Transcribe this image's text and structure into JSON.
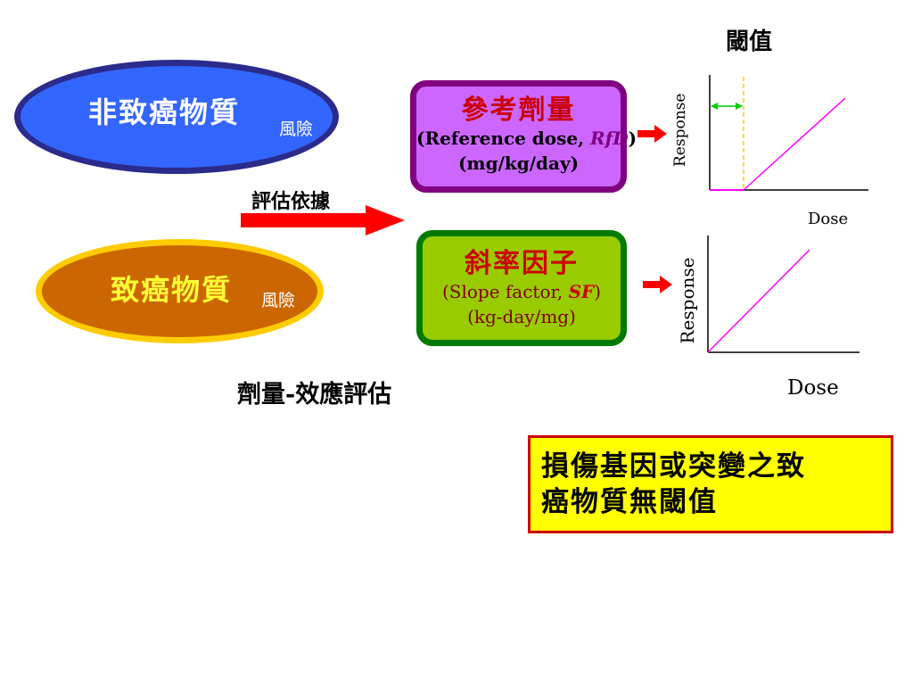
{
  "noncarcinogen": {
    "title": "非致癌物質",
    "risk": "風險"
  },
  "carcinogen": {
    "title": "致癌物質",
    "risk": "風險"
  },
  "basis_label": "評估依據",
  "reference_box": {
    "title": "參考劑量",
    "line1_prefix": "(Reference dose, ",
    "line1_symbol": "RfD",
    "line1_suffix": ")",
    "line2": "(mg/kg/day)"
  },
  "slope_box": {
    "title": "斜率因子",
    "line1_prefix": "(Slope factor, ",
    "line1_symbol": "SF",
    "line1_suffix": ")",
    "line2": "(kg-day/mg)"
  },
  "graph_top": {
    "title": "閾值",
    "ylabel": "Response",
    "xlabel": "Dose"
  },
  "graph_bottom": {
    "ylabel": "Response",
    "xlabel": "Dose"
  },
  "dose_response_title": "劑量-效應評估",
  "note": {
    "line1": "損傷基因或突變之致",
    "line2": "癌物質無閾值"
  },
  "colors": {
    "noncarc_fill": "#3366ff",
    "carc_fill": "#cc6600",
    "arrow_red": "#ff0000",
    "curve_magenta": "#ff00ff",
    "threshold_arrow": "#00cc00",
    "threshold_line": "#ffcc00"
  }
}
